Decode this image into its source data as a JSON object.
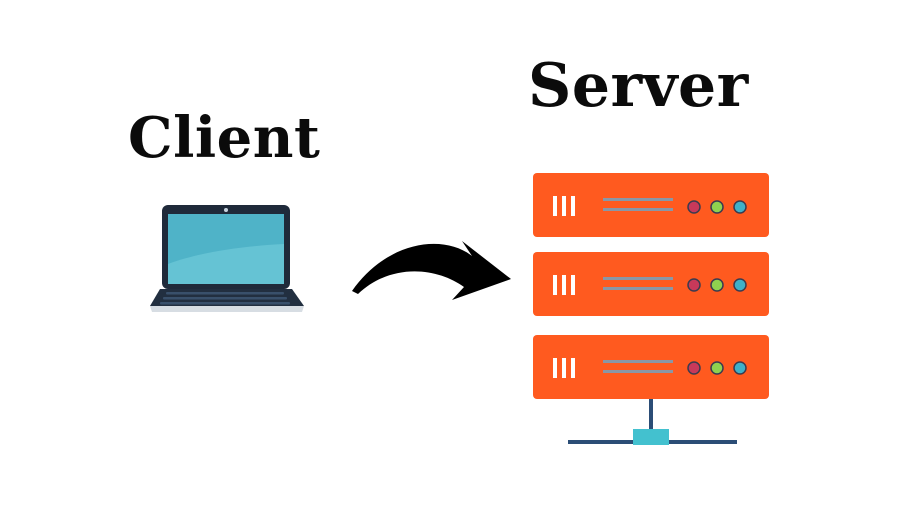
{
  "labels": {
    "client": "Client",
    "server": "Server"
  },
  "icons": {
    "client": "laptop-icon",
    "connection": "curved-arrow-icon",
    "server": "server-rack-icon",
    "network": "network-base-icon"
  },
  "colors": {
    "text": "#0b0b0b",
    "laptop_body": "#1f2a3a",
    "laptop_screen": "#4fb3c8",
    "laptop_screen_light": "#78cfdf",
    "server_unit": "#ff5a1f",
    "server_led_red": "#c8395a",
    "server_led_green": "#8fd14f",
    "server_led_blue": "#3fb0c8",
    "server_line": "#8a97a6",
    "network": "#2b4d76",
    "network_hub": "#43c1cf",
    "arrow": "#000000"
  },
  "server": {
    "unit_count": 3
  }
}
